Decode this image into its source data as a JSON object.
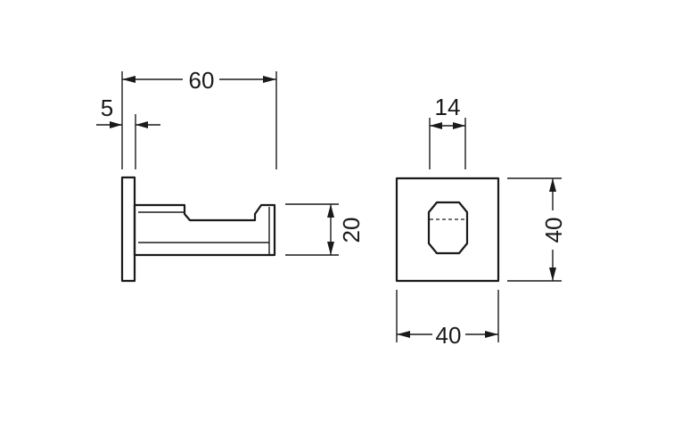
{
  "dimensions": {
    "side_overall_length": "60",
    "side_plate_thickness": "5",
    "side_hook_height": "20",
    "front_slot_width": "14",
    "front_height": "40",
    "front_width": "40"
  },
  "colors": {
    "line": "#1a1a1a",
    "background": "#ffffff"
  }
}
